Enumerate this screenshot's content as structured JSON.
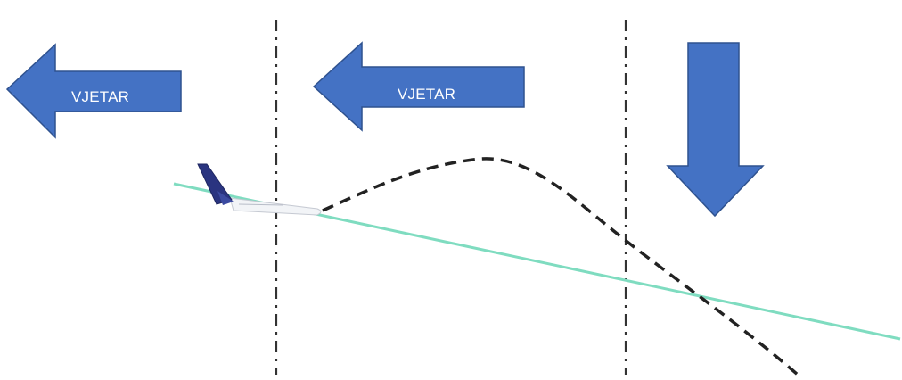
{
  "arrows": {
    "left": {
      "label": "VJETAR",
      "direction": "left"
    },
    "center": {
      "label": "VJETAR",
      "direction": "left"
    },
    "right": {
      "label": "",
      "direction": "down"
    }
  },
  "colors": {
    "arrow_fill": "#4472c4",
    "arrow_stroke": "#2f528f",
    "glide_path": "#7fdcc0",
    "flight_path": "#222222",
    "divider": "#333333",
    "aircraft_tail": "#2a3480",
    "aircraft_body": "#f2f4f7"
  },
  "icons": {
    "aircraft": "aircraft-icon"
  }
}
